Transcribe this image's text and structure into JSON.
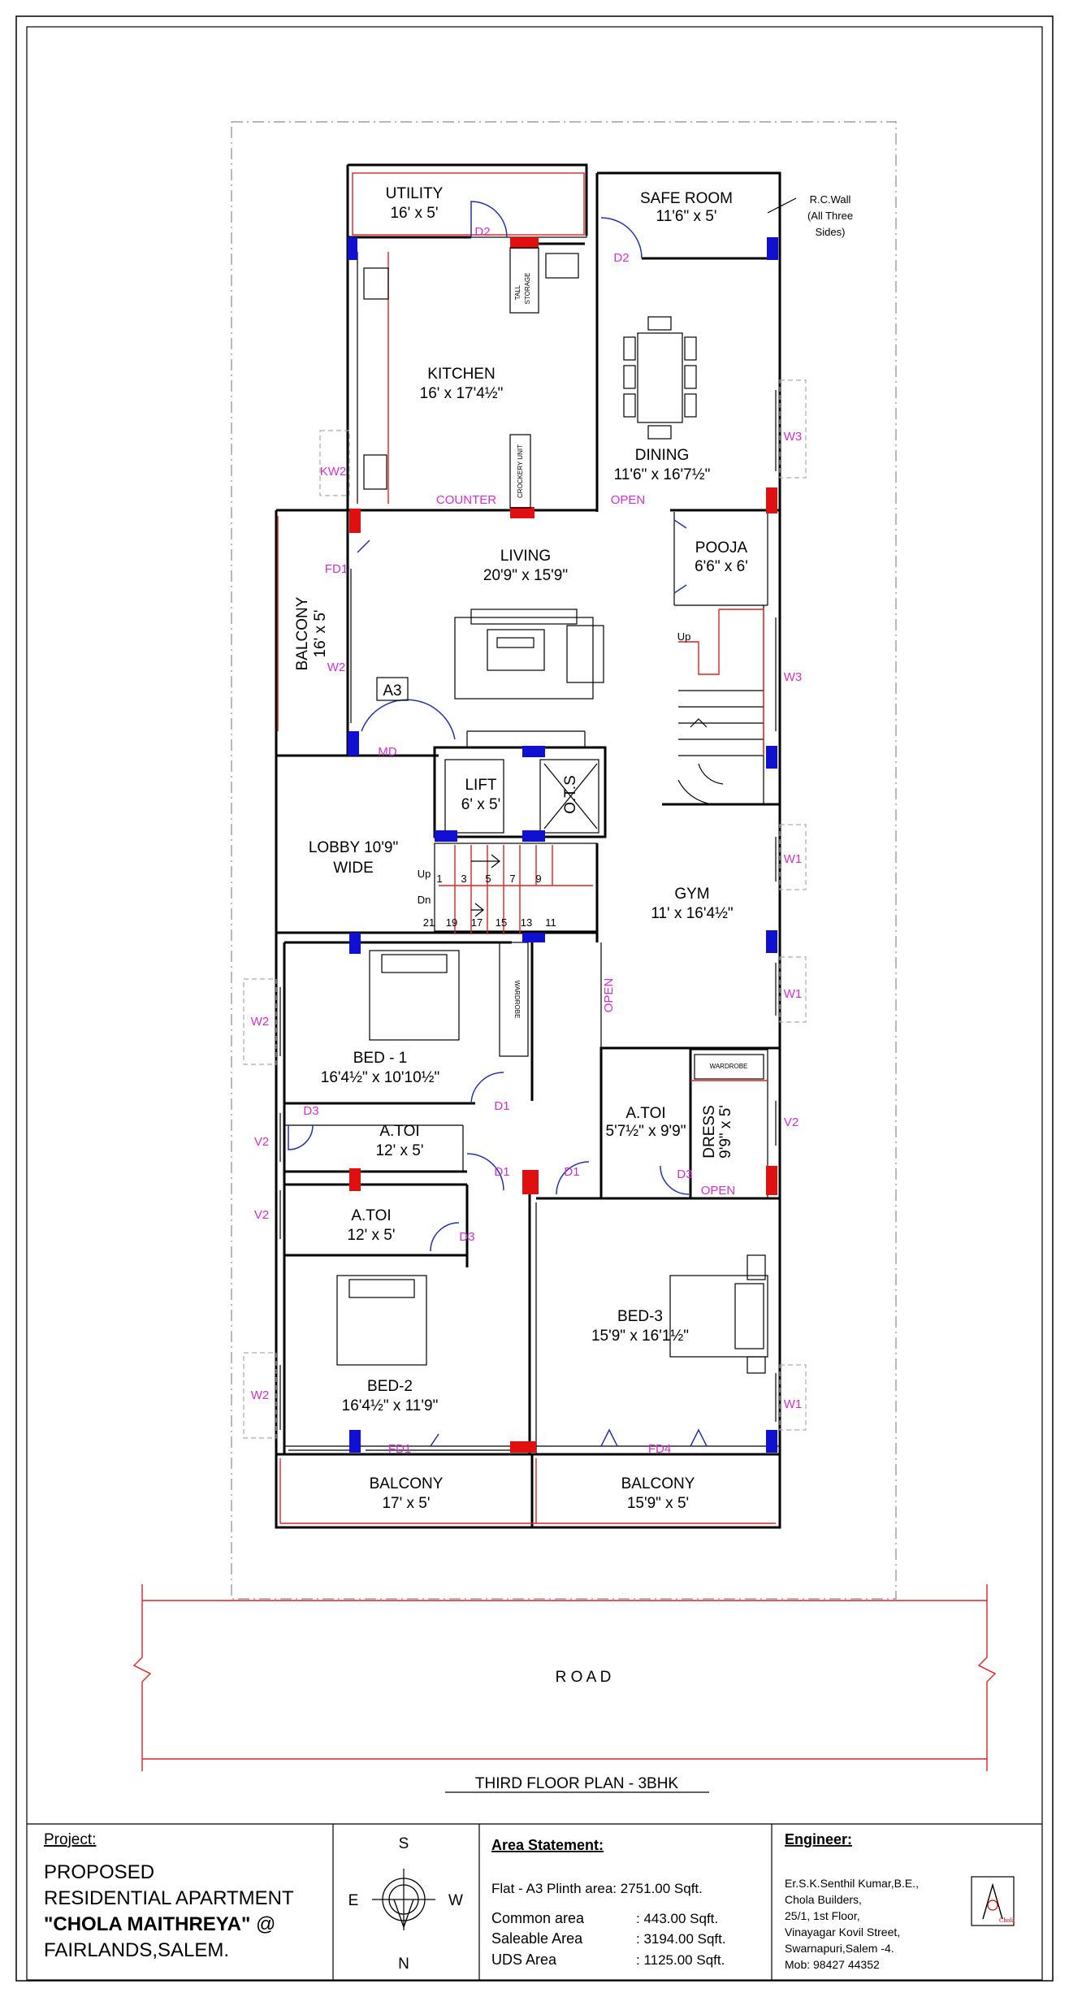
{
  "rooms": {
    "utility": {
      "name": "UTILITY",
      "size": "16' x 5'"
    },
    "safe_room": {
      "name": "SAFE ROOM",
      "size": "11'6\" x 5'"
    },
    "rc_wall": {
      "line1": "R.C.Wall",
      "line2": "(All Three",
      "line3": "Sides)"
    },
    "kitchen": {
      "name": "KITCHEN",
      "size": "16' x 17'4½\""
    },
    "dining": {
      "name": "DINING",
      "size": "11'6\" x 16'7½\""
    },
    "living": {
      "name": "LIVING",
      "size": "20'9\" x 15'9\""
    },
    "pooja": {
      "name": "POOJA",
      "size": "6'6\" x 6'"
    },
    "balcony_side": {
      "name": "BALCONY",
      "size": "16' x 5'"
    },
    "lift": {
      "name": "LIFT",
      "size": "6' x 5'"
    },
    "ots": {
      "name": "O.T.S"
    },
    "lobby": {
      "line1": "LOBBY 10'9\"",
      "line2": "WIDE"
    },
    "gym": {
      "name": "GYM",
      "size": "11' x 16'4½\""
    },
    "bed1": {
      "name": "BED - 1",
      "size": "16'4½\" x 10'10½\""
    },
    "atoi_1": {
      "name": "A.TOI",
      "size": "12' x 5'"
    },
    "atoi_2": {
      "name": "A.TOI",
      "size": "12' x 5'"
    },
    "atoi_3": {
      "name": "A.TOI",
      "size": "5'7½\" x 9'9\""
    },
    "dress": {
      "name": "DRESS",
      "size": "9'9\" x 5'"
    },
    "bed2": {
      "name": "BED-2",
      "size": "16'4½\" x 11'9\""
    },
    "bed3": {
      "name": "BED-3",
      "size": "15'9\" x 16'1½\""
    },
    "balcony_2": {
      "name": "BALCONY",
      "size": "17' x 5'"
    },
    "balcony_3": {
      "name": "BALCONY",
      "size": "15'9\" x 5'"
    }
  },
  "labels": {
    "d2a": "D2",
    "d2b": "D2",
    "kw2": "KW2",
    "w3a": "W3",
    "w3b": "W3",
    "counter": "COUNTER",
    "open1": "OPEN",
    "open2": "OPEN",
    "open3": "OPEN",
    "fd1a": "FD1",
    "fd1b": "FD1",
    "fd4": "FD4",
    "w2a": "W2",
    "w2b": "W2",
    "w2c": "W2",
    "md": "MD",
    "a3": "A3",
    "up1": "Up",
    "up2": "Up",
    "dn": "Dn",
    "w1a": "W1",
    "w1b": "W1",
    "w1c": "W1",
    "d1a": "D1",
    "d1b": "D1",
    "d1c": "D1",
    "d3a": "D3",
    "d3b": "D3",
    "d3c": "D3",
    "v2a": "V2",
    "v2b": "V2",
    "v2c": "V2",
    "tall_storage_1": "TALL",
    "tall_storage_2": "STORAGE",
    "crockery": "CROCKERY UNIT",
    "wardrobe1": "WARDROBE",
    "wardrobe2": "WARDROBE"
  },
  "stairs": {
    "top_numbers": [
      "1",
      "3",
      "5",
      "7",
      "9"
    ],
    "bottom_numbers": [
      "21",
      "19",
      "17",
      "15",
      "13",
      "11"
    ]
  },
  "road": "R O A D",
  "plan_title": "THIRD FLOOR PLAN - 3BHK",
  "title_block": {
    "project_heading": "Project:",
    "project_line1": "PROPOSED",
    "project_line2": "RESIDENTIAL APARTMENT",
    "project_line3_bold": "\"CHOLA MAITHREYA\"",
    "project_line3_rest": " @",
    "project_line4": "FAIRLANDS,SALEM.",
    "compass": {
      "s": "S",
      "e": "E",
      "w": "W",
      "n": "N"
    },
    "area_heading": "Area Statement:",
    "plinth": "Flat - A3 Plinth area: 2751.00 Sqft.",
    "rows": [
      {
        "label": "Common area",
        "value": ":   443.00 Sqft."
      },
      {
        "label": "Saleable Area",
        "value": ":  3194.00 Sqft."
      },
      {
        "label": "UDS Area",
        "value": ":   1125.00 Sqft."
      }
    ],
    "engineer_heading": "Engineer:",
    "engineer_lines": [
      "Er.S.K.Senthil Kumar,B.E.,",
      "Chola Builders,",
      "25/1, 1st Floor,",
      "Vinayagar Kovil Street,",
      "Swarnapuri,Salem -4.",
      "Mob: 98427 44352"
    ],
    "logo_text": "Chola"
  }
}
